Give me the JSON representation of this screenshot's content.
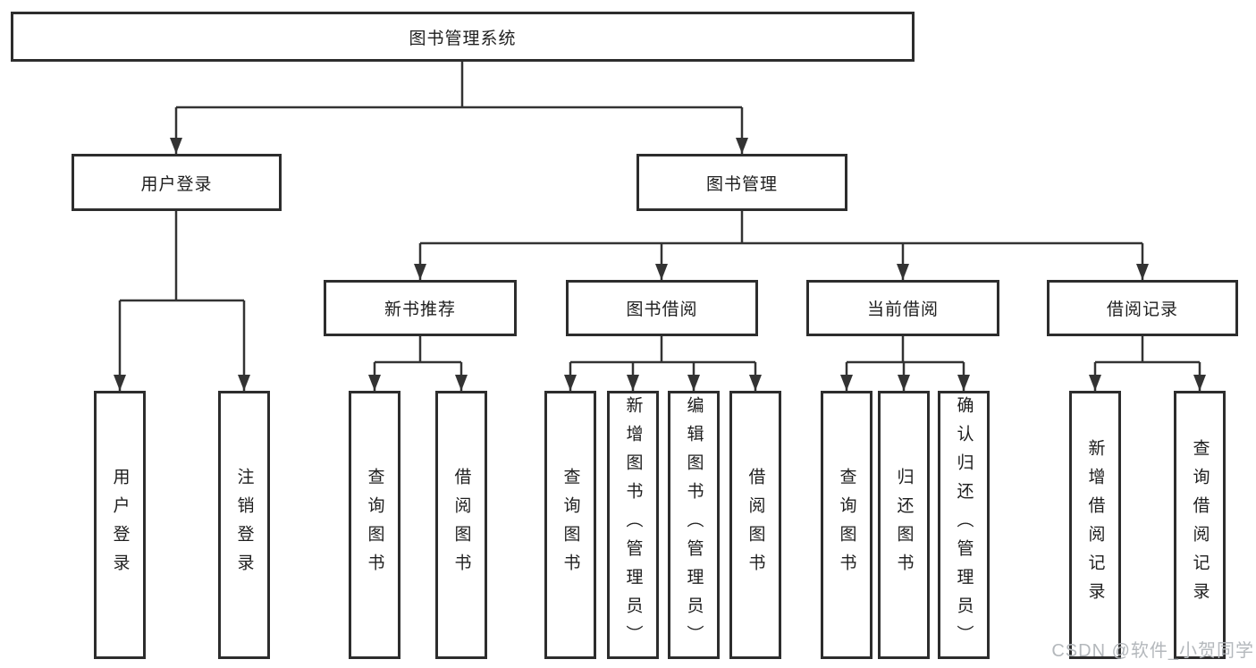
{
  "diagram": {
    "root": {
      "label": "图书管理系统"
    },
    "level2": [
      {
        "label": "用户登录"
      },
      {
        "label": "图书管理"
      }
    ],
    "level3": [
      {
        "label": "新书推荐"
      },
      {
        "label": "图书借阅"
      },
      {
        "label": "当前借阅"
      },
      {
        "label": "借阅记录"
      }
    ],
    "leaves": [
      {
        "label": "用户登录"
      },
      {
        "label": "注销登录"
      },
      {
        "label": "查询图书"
      },
      {
        "label": "借阅图书"
      },
      {
        "label": "查询图书"
      },
      {
        "label": "新增图书（管理员）"
      },
      {
        "label": "编辑图书（管理员）"
      },
      {
        "label": "借阅图书"
      },
      {
        "label": "查询图书"
      },
      {
        "label": "归还图书"
      },
      {
        "label": "确认归还（管理员）"
      },
      {
        "label": "新增借阅记录"
      },
      {
        "label": "查询借阅记录"
      }
    ],
    "colors": {
      "line": "#333333",
      "box_border": "#2d2d2d",
      "box_fill": "#ffffff",
      "text": "#1e1e1e",
      "watermark": "#b4b8bc"
    }
  },
  "watermark": {
    "text": "CSDN @软件_小贺同学"
  }
}
